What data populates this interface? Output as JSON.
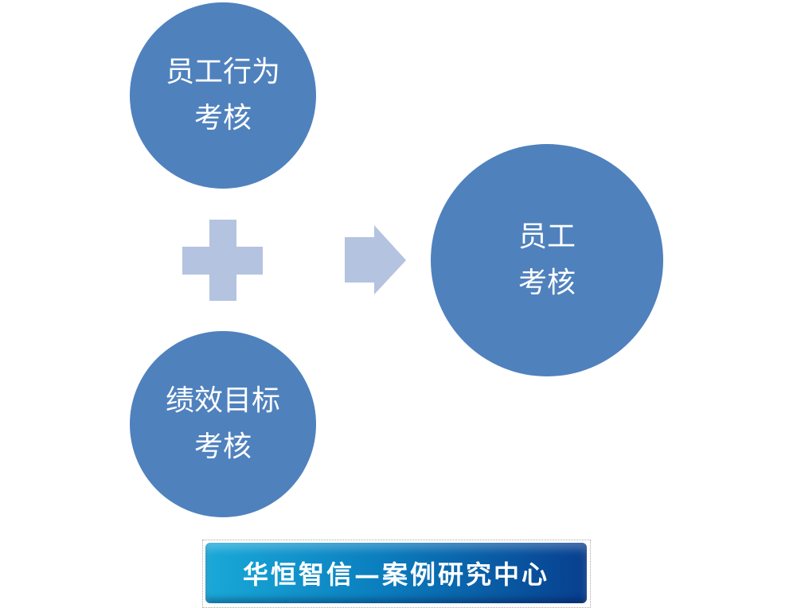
{
  "nodes": {
    "behavior": {
      "line1": "员工行为",
      "line2": "考核"
    },
    "performance": {
      "line1": "绩效目标",
      "line2": "考核"
    },
    "result": {
      "line1": "员工",
      "line2": "考核"
    }
  },
  "colors": {
    "circle": "#4f81bd",
    "symbol": "#b4c3df"
  },
  "banner": {
    "text": "华恒智信—案例研究中心"
  }
}
